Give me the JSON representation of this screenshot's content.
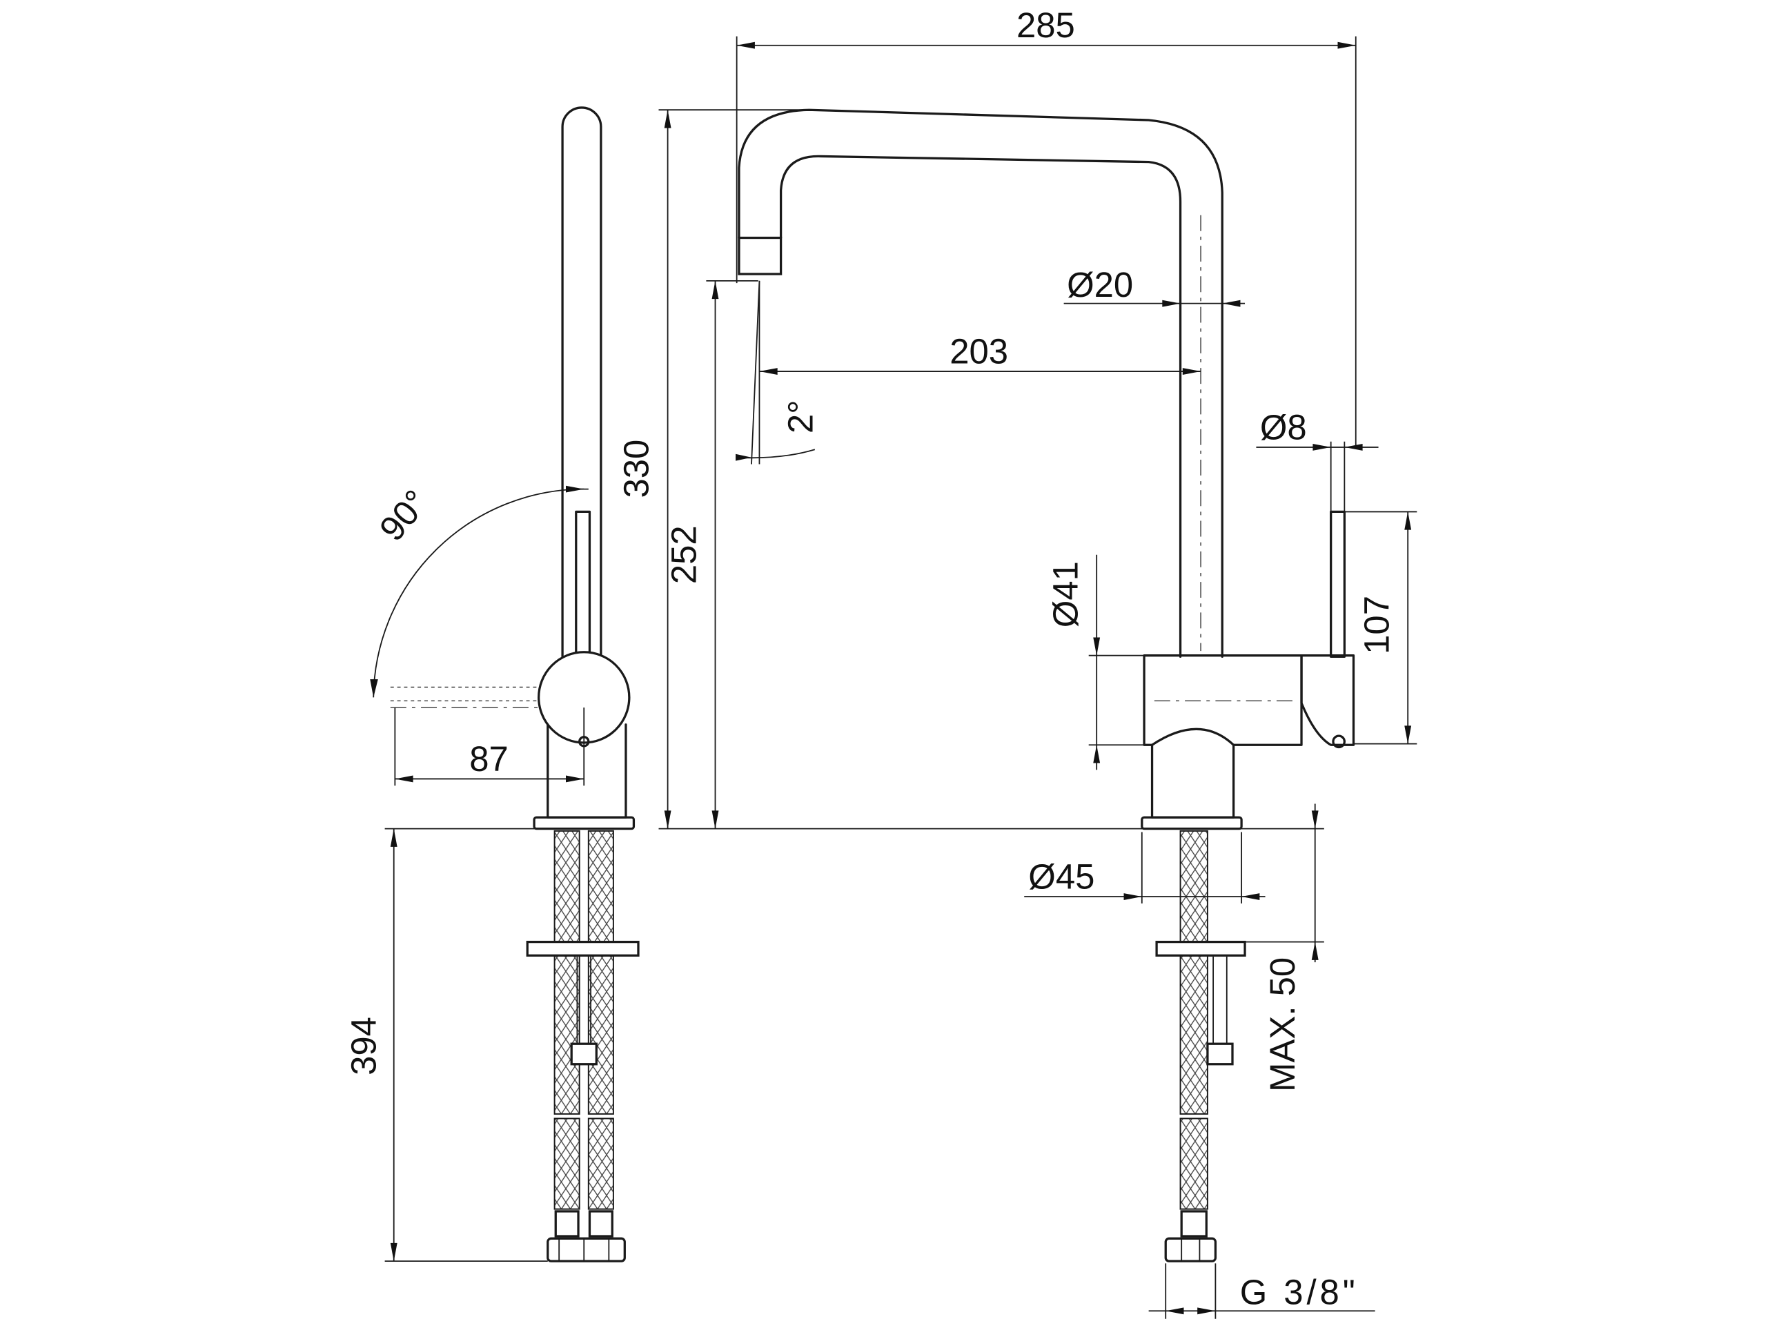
{
  "dimensions": {
    "overall_width": "285",
    "spout_diameter": "Ø20",
    "spout_reach": "203",
    "spout_angle": "2°",
    "handle_diameter": "Ø8",
    "total_height": "330",
    "spout_height": "252",
    "body_diameter": "Ø41",
    "handle_height": "107",
    "lever_rotation": "90°",
    "lever_reach": "87",
    "base_diameter": "Ø45",
    "hose_length": "394",
    "max_deck_thickness": "MAX. 50",
    "connection_thread": "G 3/8\""
  },
  "views": [
    "side-view",
    "front-view"
  ]
}
